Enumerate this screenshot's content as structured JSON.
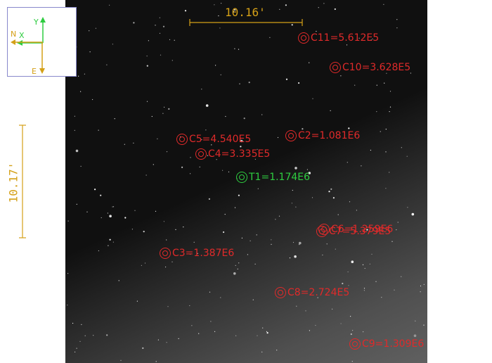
{
  "compass": {
    "north": "N",
    "east": "E",
    "x_axis": "X",
    "y_axis": "Y"
  },
  "scale": {
    "horizontal": "10.16'",
    "vertical": "10.17'"
  },
  "colors": {
    "comparison": "#e02a2a",
    "target": "#2ecc40",
    "scale": "#d4a017",
    "compass_y": "#2ecc40",
    "compass_ne": "#d4a017"
  },
  "target": {
    "label": "T1=1.174E6"
  },
  "comparison_stars": [
    {
      "label": "C11=5.612E5"
    },
    {
      "label": "C10=3.628E5"
    },
    {
      "label": "C2=1.081E6"
    },
    {
      "label": "C5=4.540E5"
    },
    {
      "label": "C4=3.335E5"
    },
    {
      "label": "C6=1.259E6"
    },
    {
      "label": "C7=5.379E5"
    },
    {
      "label": "C3=1.387E6"
    },
    {
      "label": "C8=2.724E5"
    },
    {
      "label": "C9=1.309E6"
    }
  ]
}
